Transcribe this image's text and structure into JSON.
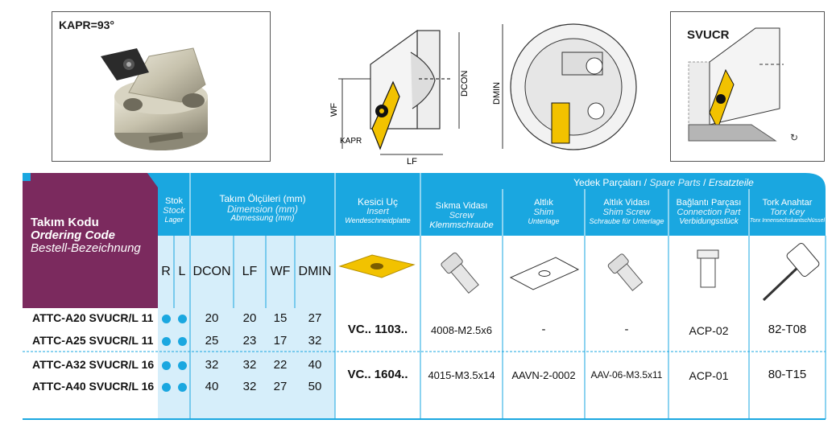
{
  "photo": {
    "kapr_label": "KAPR=93°"
  },
  "drawing": {
    "labels": {
      "wf": "WF",
      "dcon": "DCON",
      "lf": "LF",
      "kapr": "KAPR",
      "dmin": "DMIN"
    }
  },
  "svucr": {
    "label": "SVUCR"
  },
  "table": {
    "code_header": {
      "tr": "Takım Kodu",
      "en": "Ordering Code",
      "de": "Bestell-Bezeichnung"
    },
    "stock_header": {
      "tr": "Stok",
      "en": "Stock",
      "de": "Lager"
    },
    "dims_header": {
      "tr": "Takım Ölçüleri (mm)",
      "en": "Dimension (mm)",
      "de": "Abmessung (mm)"
    },
    "insert_header": {
      "tr": "Kesici Uç",
      "en": "Insert",
      "de": "Wendeschneidplatte"
    },
    "screw_header": {
      "tr": "Sıkma Vidası",
      "en": "Screw",
      "de": "Klemmschraube"
    },
    "spares_header": {
      "tr": "Yedek Parçaları",
      "en": "Spare Parts",
      "de": "Ersatzteile"
    },
    "shim_header": {
      "tr": "Altlık",
      "en": "Shim",
      "de": "Unterlage"
    },
    "shim_screw_header": {
      "tr": "Altlık Vidası",
      "en": "Shim Screw",
      "de": "Schraube für Unterlage"
    },
    "connection_header": {
      "tr": "Bağlantı Parçası",
      "en": "Connection Part",
      "de": "Verbidungsstück"
    },
    "torx_header": {
      "tr": "Tork Anahtar",
      "en": "Torx Key",
      "de": "Torx Innensechskantschlüssel"
    },
    "columns": {
      "r": "R",
      "l": "L",
      "dcon": "DCON",
      "lf": "LF",
      "wf": "WF",
      "dmin": "DMIN"
    },
    "rows": [
      {
        "code": "ATTC-A20 SVUCR/L 11",
        "dcon": "20",
        "lf": "20",
        "wf": "15",
        "dmin": "27"
      },
      {
        "code": "ATTC-A25 SVUCR/L 11",
        "dcon": "25",
        "lf": "23",
        "wf": "17",
        "dmin": "32"
      },
      {
        "code": "ATTC-A32 SVUCR/L 16",
        "dcon": "32",
        "lf": "32",
        "wf": "22",
        "dmin": "40"
      },
      {
        "code": "ATTC-A40 SVUCR/L 16",
        "dcon": "40",
        "lf": "32",
        "wf": "27",
        "dmin": "50"
      }
    ],
    "groups": [
      {
        "insert": "VC.. 1103..",
        "screw": "4008-M2.5x6",
        "shim": "-",
        "shim_screw": "-",
        "connection": "ACP-02",
        "torx": "82-T08"
      },
      {
        "insert": "VC.. 1604..",
        "screw": "4015-M3.5x14",
        "shim": "AAVN-2-0002",
        "shim_screw": "AAV-06-M3.5x11",
        "connection": "ACP-01",
        "torx": "80-T15"
      }
    ]
  },
  "colors": {
    "header_blue": "#1aa7e0",
    "code_purple": "#7b2a5e",
    "light_blue": "#d6eefa",
    "insert_gold": "#f2c200"
  }
}
